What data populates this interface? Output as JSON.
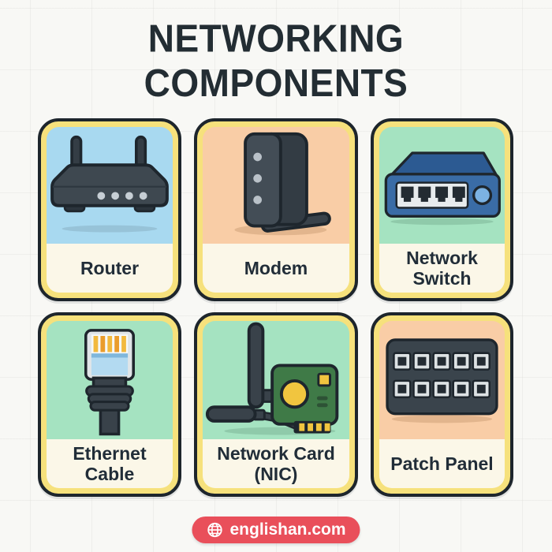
{
  "title": {
    "line1": "NETWORKING",
    "line2": "COMPONENTS"
  },
  "cards": [
    {
      "label": "Router",
      "icon": "router-icon",
      "panel_color": "#a8d9f0"
    },
    {
      "label": "Modem",
      "icon": "modem-icon",
      "panel_color": "#f9cda6"
    },
    {
      "label": "Network Switch",
      "icon": "network-switch-icon",
      "panel_color": "#a5e3c1"
    },
    {
      "label": "Ethernet Cable",
      "icon": "ethernet-cable-icon",
      "panel_color": "#a5e3c1"
    },
    {
      "label": "Network Card (NIC)",
      "icon": "network-card-icon",
      "panel_color": "#a5e3c1"
    },
    {
      "label": "Patch Panel",
      "icon": "patch-panel-icon",
      "panel_color": "#f9cda6"
    }
  ],
  "footer": {
    "site": "englishan.com",
    "badge_color": "#e94f5a",
    "icon": "globe-icon"
  },
  "colors": {
    "background": "#f8f8f5",
    "card_border": "#1d252c",
    "card_ring": "#f6e17c",
    "label_bg": "#fbf7e8",
    "label_text": "#212d38",
    "title_text": "#232d33",
    "device_dark": "#3a444c",
    "switch_blue": "#3a6ca6",
    "pcb_green": "#3f7a47",
    "chip_yellow": "#f1c53f",
    "cable_pin_orange": "#ea9c2c"
  }
}
